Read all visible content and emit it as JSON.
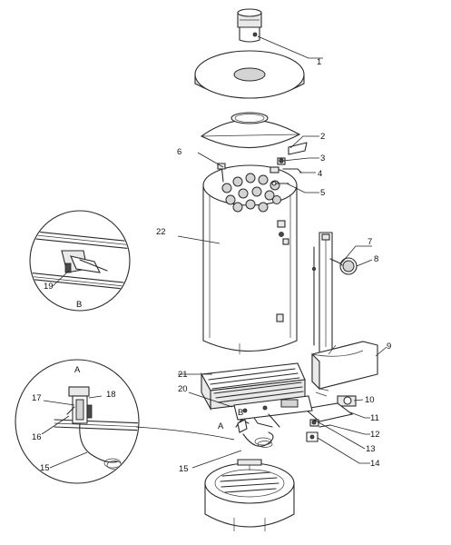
{
  "callouts": {
    "c1": "1",
    "c2": "2",
    "c3": "3",
    "c4": "4",
    "c5": "5",
    "c6": "6",
    "c7": "7",
    "c8": "8",
    "c9": "9",
    "c10": "10",
    "c11": "11",
    "c12": "12",
    "c13": "13",
    "c14": "14",
    "c15": "15",
    "c15b": "15",
    "c16": "16",
    "c17": "17",
    "c18": "18",
    "c19": "19",
    "c20": "20",
    "c21": "21",
    "c22": "22"
  },
  "details": {
    "detail_a_main": "A",
    "detail_a_inset": "A",
    "detail_b_main": "B",
    "detail_b_inset": "B"
  }
}
